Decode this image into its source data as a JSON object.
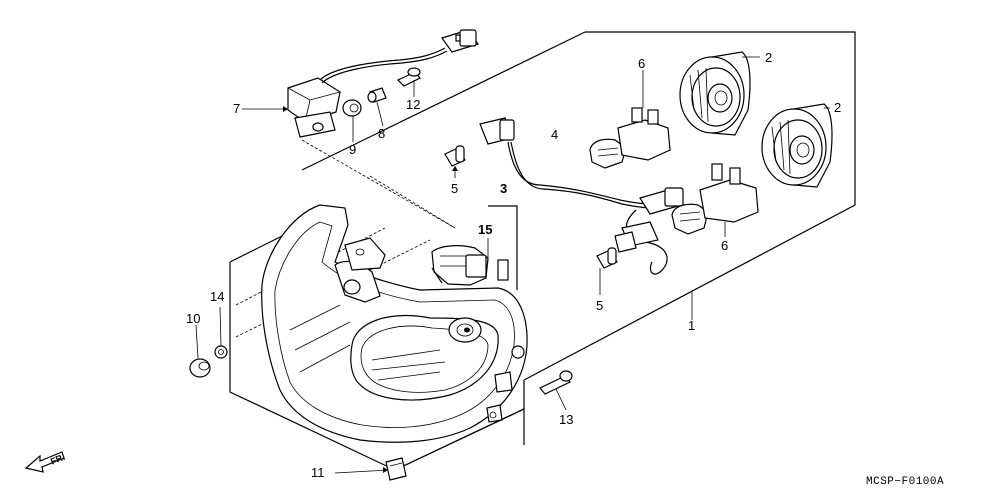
{
  "diagram": {
    "code": "MCSP−F0100A",
    "direction_label": "FR.",
    "callouts": {
      "c1": "1",
      "c2a": "2",
      "c2b": "2",
      "c3": "3",
      "c4": "4",
      "c5a": "5",
      "c5b": "5",
      "c6a": "6",
      "c6b": "6",
      "c7": "7",
      "c8": "8",
      "c9": "9",
      "c10": "10",
      "c11": "11",
      "c12": "12",
      "c13": "13",
      "c14": "14",
      "c15": "15"
    }
  }
}
